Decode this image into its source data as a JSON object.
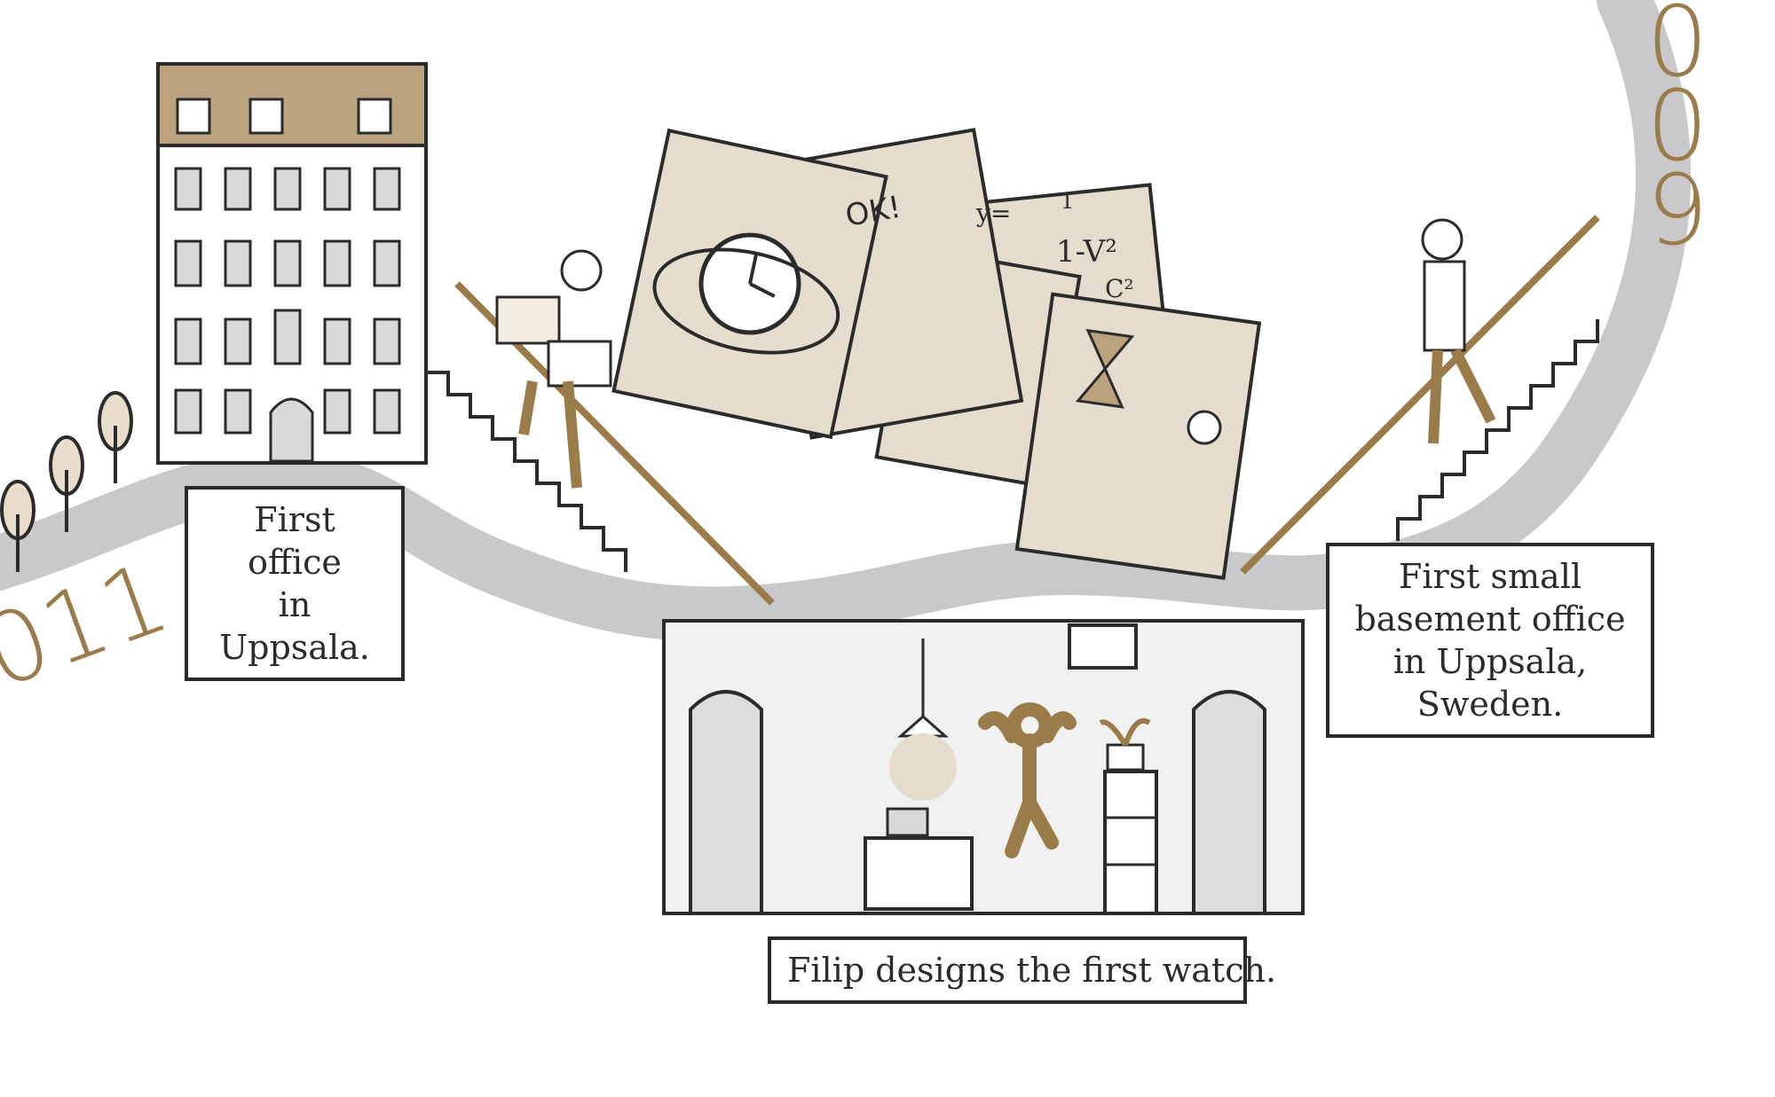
{
  "colors": {
    "road": "#c9c9cb",
    "ink": "#2b2b2b",
    "accent": "#9a7b4a",
    "paper": "#e4dccd",
    "roof": "#b9a27d",
    "basement_shade": "#dcdcde"
  },
  "captions": {
    "office_uppsala": [
      "First office",
      "in Uppsala."
    ],
    "basement_office": [
      "First small",
      "basement office",
      "in Uppsala, Sweden."
    ],
    "first_watch": "Filip designs the first watch."
  },
  "years": {
    "left_fragment": "011",
    "right_fragment": "009"
  },
  "sketch_text": {
    "ok": "OK!",
    "formula_y": "y=",
    "formula_num": "1",
    "formula_root": "1-V²",
    "formula_den": "C²"
  },
  "icons": [
    "building-icon",
    "tree-icon",
    "stairs-icon",
    "person-icon",
    "watch-sketch-icon",
    "hourglass-icon",
    "lamp-icon",
    "laptop-icon",
    "plant-icon",
    "cabinet-icon",
    "frame-icon"
  ]
}
